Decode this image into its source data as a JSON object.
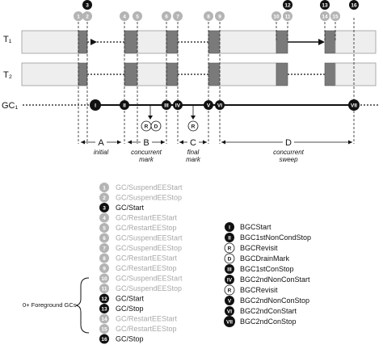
{
  "rows": {
    "t1": "T₁",
    "t2": "T₂",
    "gc1": "GC₁"
  },
  "top_markers": [
    {
      "n": "1",
      "style": "grey"
    },
    {
      "n": "2",
      "style": "grey"
    },
    {
      "n": "3",
      "style": "black"
    },
    {
      "n": "4",
      "style": "grey"
    },
    {
      "n": "5",
      "style": "grey"
    },
    {
      "n": "6",
      "style": "grey"
    },
    {
      "n": "7",
      "style": "grey"
    },
    {
      "n": "8",
      "style": "grey"
    },
    {
      "n": "9",
      "style": "grey"
    },
    {
      "n": "10",
      "style": "grey"
    },
    {
      "n": "11",
      "style": "grey"
    },
    {
      "n": "12",
      "style": "black"
    },
    {
      "n": "13",
      "style": "black"
    },
    {
      "n": "14",
      "style": "grey"
    },
    {
      "n": "15",
      "style": "grey"
    },
    {
      "n": "16",
      "style": "black"
    }
  ],
  "gc_markers": [
    {
      "n": "I",
      "style": "black"
    },
    {
      "n": "II",
      "style": "black"
    },
    {
      "n": "III",
      "style": "black"
    },
    {
      "n": "IV",
      "style": "black"
    },
    {
      "n": "V",
      "style": "black"
    },
    {
      "n": "VI",
      "style": "black"
    },
    {
      "n": "VII",
      "style": "black"
    }
  ],
  "sub_markers": [
    {
      "n": "R"
    },
    {
      "n": "D"
    },
    {
      "n": "R"
    }
  ],
  "phases": [
    {
      "letter": "A",
      "sub1": "initial",
      "sub2": ""
    },
    {
      "letter": "B",
      "sub1": "concurrent",
      "sub2": "mark"
    },
    {
      "letter": "C",
      "sub1": "final",
      "sub2": "mark"
    },
    {
      "letter": "D",
      "sub1": "concurrent",
      "sub2": "sweep"
    }
  ],
  "left_legend": [
    {
      "n": "1",
      "label": "GC/SuspendEEStart",
      "style": "grey"
    },
    {
      "n": "2",
      "label": "GC/SuspendEEStop",
      "style": "grey"
    },
    {
      "n": "3",
      "label": "GC/Start",
      "style": "black"
    },
    {
      "n": "4",
      "label": "GC/RestartEEStart",
      "style": "grey"
    },
    {
      "n": "5",
      "label": "GC/RestartEEStop",
      "style": "grey"
    },
    {
      "n": "6",
      "label": "GC/SuspendEEStart",
      "style": "grey"
    },
    {
      "n": "7",
      "label": "GC/SuspendEEStop",
      "style": "grey"
    },
    {
      "n": "8",
      "label": "GC/RestartEEStart",
      "style": "grey"
    },
    {
      "n": "9",
      "label": "GC/RestartEEStop",
      "style": "grey"
    },
    {
      "n": "10",
      "label": "GC/SuspendEEStart",
      "style": "grey"
    },
    {
      "n": "11",
      "label": "GC/SuspendEEStop",
      "style": "grey"
    },
    {
      "n": "12",
      "label": "GC/Start",
      "style": "black"
    },
    {
      "n": "13",
      "label": "GC/Stop",
      "style": "black"
    },
    {
      "n": "14",
      "label": "GC/RestartEEStart",
      "style": "grey"
    },
    {
      "n": "15",
      "label": "GC/RestartEEStop",
      "style": "grey"
    },
    {
      "n": "16",
      "label": "GC/Stop",
      "style": "black"
    }
  ],
  "foreground_label": "0+ Foreground GCs",
  "right_legend": [
    {
      "n": "I",
      "label": "BGCStart",
      "style": "black"
    },
    {
      "n": "II",
      "label": "BGC1stNonCondStop",
      "style": "black"
    },
    {
      "n": "R",
      "label": "BGCRevisit",
      "style": "outline"
    },
    {
      "n": "D",
      "label": "BGCDrainMark",
      "style": "outline"
    },
    {
      "n": "III",
      "label": "BGC1stConStop",
      "style": "black"
    },
    {
      "n": "IV",
      "label": "BGC2ndNonConStart",
      "style": "black"
    },
    {
      "n": "R",
      "label": "BGCRevisit",
      "style": "outline"
    },
    {
      "n": "V",
      "label": "BGC2ndNonConStop",
      "style": "black"
    },
    {
      "n": "VI",
      "label": "BGC2ndConStart",
      "style": "black"
    },
    {
      "n": "VII",
      "label": "BGC2ndConStop",
      "style": "black"
    }
  ],
  "colors": {
    "grey_circle": "#b4b4b4",
    "black_circle": "#111111",
    "bar_fill": "#eeeeee",
    "bar_stroke": "#9a9a9a",
    "pause_fill": "#7a7a7a"
  }
}
